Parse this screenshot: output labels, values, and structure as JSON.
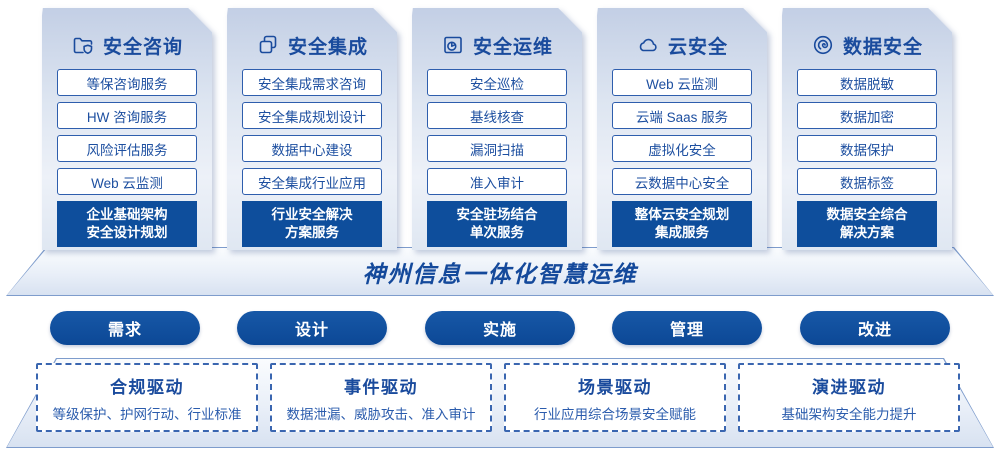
{
  "palette": {
    "primary_blue": "#0E4E9C",
    "title_blue": "#1A4B9D",
    "border_blue": "#2E5EAD",
    "dash_blue": "#3A66B0"
  },
  "columns": [
    {
      "title": "安全咨询",
      "icon": "folder-shield-icon",
      "items": [
        "等保咨询服务",
        "HW 咨询服务",
        "风险评估服务",
        "Web 云监测"
      ],
      "highlight": [
        "企业基础架构",
        "安全设计规划"
      ]
    },
    {
      "title": "安全集成",
      "icon": "copy-icon",
      "items": [
        "安全集成需求咨询",
        "安全集成规划设计",
        "数据中心建设",
        "安全集成行业应用"
      ],
      "highlight": [
        "行业安全解决",
        "方案服务"
      ]
    },
    {
      "title": "安全运维",
      "icon": "folder-clock-icon",
      "items": [
        "安全巡检",
        "基线核查",
        "漏洞扫描",
        "准入审计"
      ],
      "highlight": [
        "安全驻场结合",
        "单次服务"
      ]
    },
    {
      "title": "云安全",
      "icon": "cloud-icon",
      "items": [
        "Web 云监测",
        "云端 Saas 服务",
        "虚拟化安全",
        "云数据中心安全"
      ],
      "highlight": [
        "整体云安全规划",
        "集成服务"
      ]
    },
    {
      "title": "数据安全",
      "icon": "fingerprint-icon",
      "items": [
        "数据脱敏",
        "数据加密",
        "数据保护",
        "数据标签"
      ],
      "highlight": [
        "数据安全综合",
        "解决方案"
      ]
    }
  ],
  "banner": {
    "title": "神州信息一体化智慧运维"
  },
  "pills": [
    "需求",
    "设计",
    "实施",
    "管理",
    "改进"
  ],
  "drivers": [
    {
      "title": "合规驱动",
      "desc": "等级保护、护网行动、行业标准"
    },
    {
      "title": "事件驱动",
      "desc": "数据泄漏、威胁攻击、准入审计"
    },
    {
      "title": "场景驱动",
      "desc": "行业应用综合场景安全赋能"
    },
    {
      "title": "演进驱动",
      "desc": "基础架构安全能力提升"
    }
  ]
}
